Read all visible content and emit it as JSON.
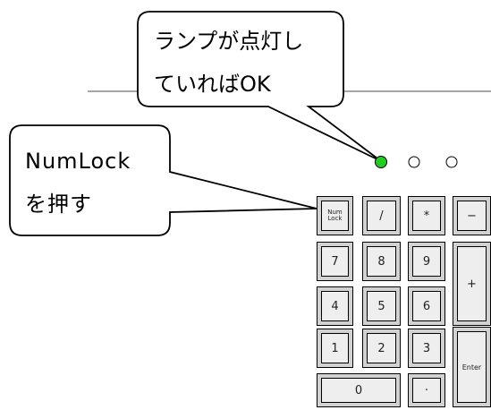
{
  "callouts": {
    "lamp": {
      "line1": "ランプが点灯し",
      "line2": "ていればOK"
    },
    "numlock": {
      "line1": "NumLock",
      "line2": "を押す"
    }
  },
  "indicators": {
    "lamp_color": "#22cc22",
    "off_color": "#ffffff"
  },
  "keypad": {
    "keys": {
      "numlock_line1": "Num",
      "numlock_line2": "Lock",
      "slash": "/",
      "asterisk": "*",
      "minus": "−",
      "k7": "7",
      "k8": "8",
      "k9": "9",
      "plus": "+",
      "k4": "4",
      "k5": "5",
      "k6": "6",
      "k1": "1",
      "k2": "2",
      "k3": "3",
      "enter": "Enter",
      "k0": "0",
      "dot": "·"
    }
  }
}
